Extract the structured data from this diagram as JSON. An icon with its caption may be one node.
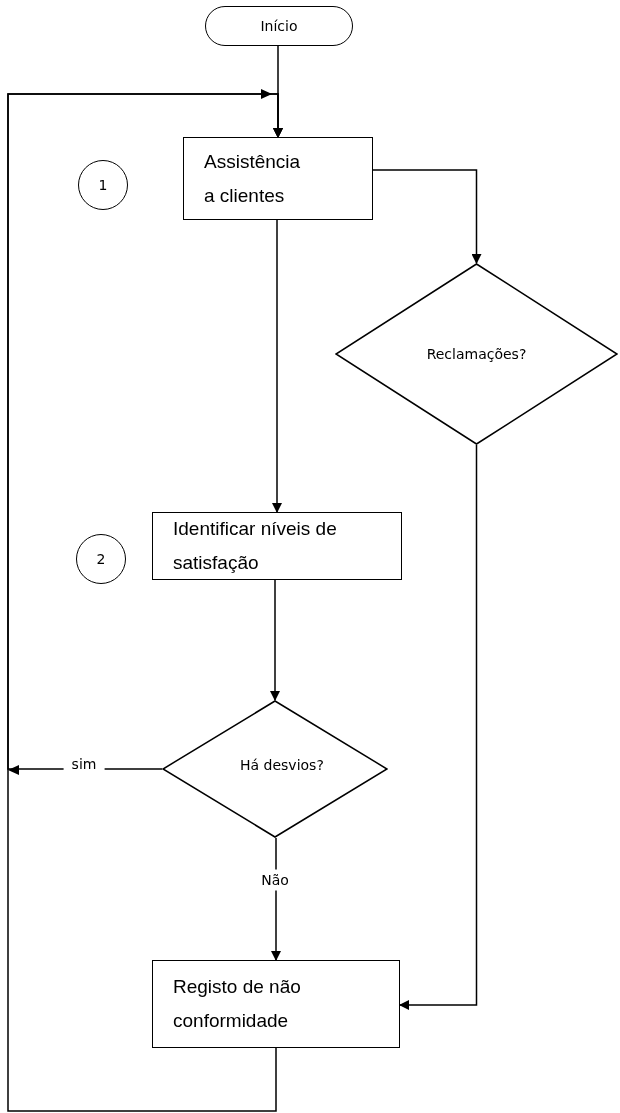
{
  "diagram": {
    "nodes": [
      {
        "text": [
          "Início"
        ]
      },
      {
        "text": [
          "1"
        ]
      },
      {
        "text": [
          "Assistência a clientes"
        ]
      },
      {
        "text": [
          "Reclamações?"
        ]
      },
      {
        "text": [
          "2"
        ]
      },
      {
        "text": [
          "Identificar níveis de satisfação"
        ]
      },
      {
        "text": [
          "Há desvios?"
        ]
      },
      {
        "text": [
          "Registo de não conformidade"
        ]
      }
    ],
    "edges": [
      {
        "from": 0,
        "to": 2,
        "arrow": "to"
      },
      {
        "from": 2,
        "to": 3,
        "arrow": "to"
      },
      {
        "from": 2,
        "to": 5,
        "arrow": "to"
      },
      {
        "from": 5,
        "to": 6,
        "arrow": "to"
      },
      {
        "from": 6,
        "to": 7,
        "arrow": "to",
        "label": "Não"
      },
      {
        "from": 3,
        "to": 7,
        "arrow": "to"
      },
      {
        "from": 6,
        "to": 2,
        "arrow": "to",
        "label": "sim"
      },
      {
        "from": 7,
        "to": 2,
        "arrow": "to"
      }
    ]
  }
}
